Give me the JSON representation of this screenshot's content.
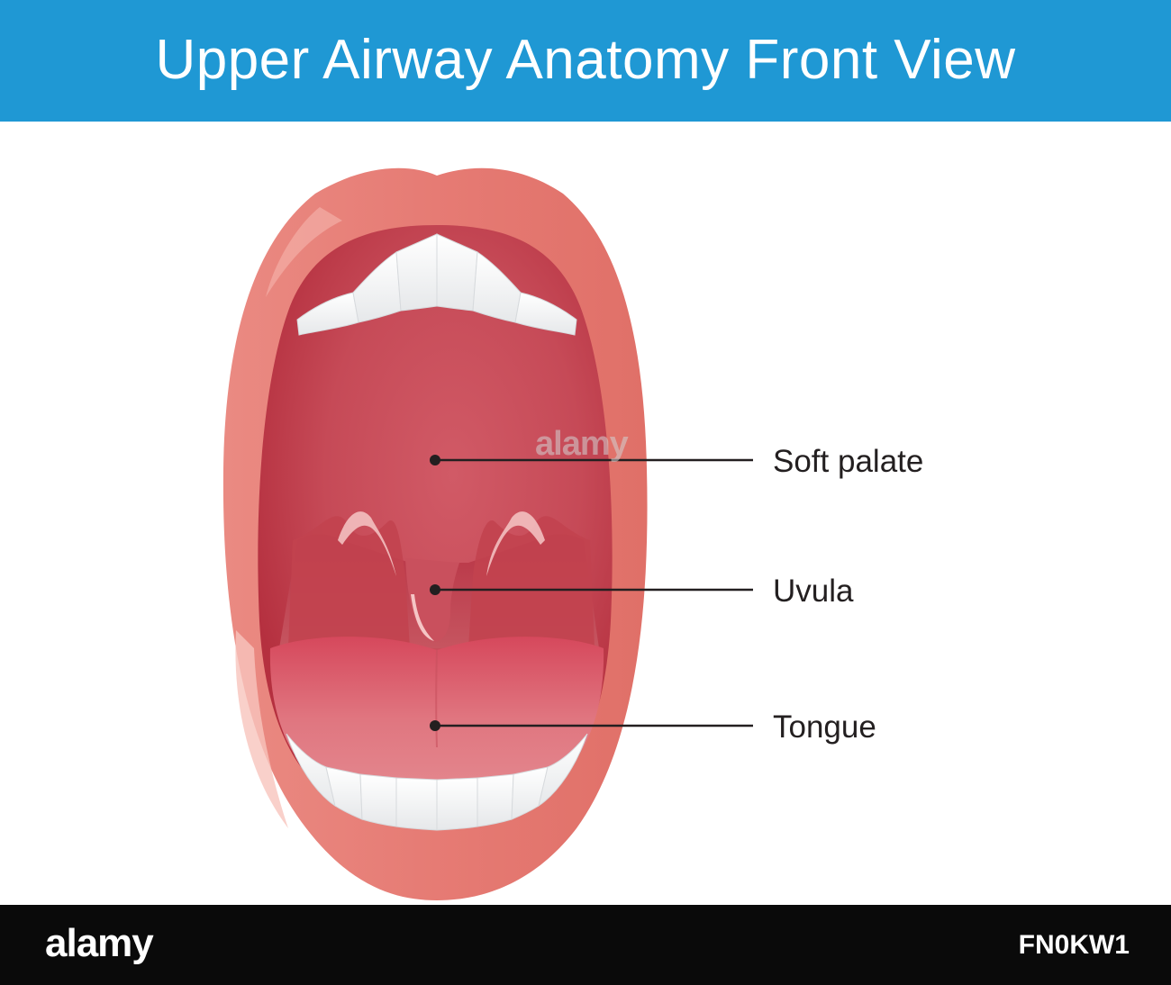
{
  "title": "Upper Airway Anatomy Front View",
  "labels": {
    "soft_palate": "Soft palate",
    "uvula": "Uvula",
    "tongue": "Tongue"
  },
  "watermark": "alamy",
  "footer": {
    "logo": "alamy",
    "image_id": "FN0KW1"
  },
  "colors": {
    "banner": "#1f98d4",
    "lips": "#e67b74",
    "mouth_interior": "#c94a55",
    "teeth": "#ffffff",
    "footer": "#0a0a0a"
  }
}
